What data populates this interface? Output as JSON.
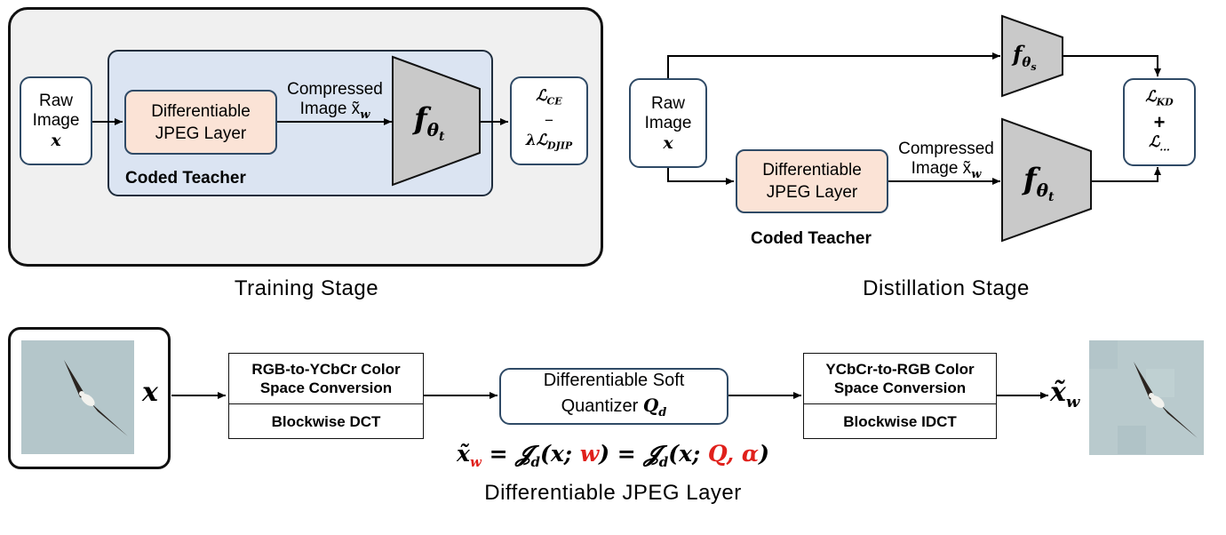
{
  "training": {
    "stage_label": "Training Stage",
    "raw_image": {
      "line1": "Raw",
      "line2": "Image",
      "var": "x"
    },
    "coded_teacher_label": "Coded Teacher",
    "jpeg_layer": {
      "line1": "Differentiable",
      "line2": "JPEG Layer"
    },
    "compressed": {
      "line1": "Compressed",
      "line2": "Image x̃",
      "sub": "w"
    },
    "teacher_net": "f",
    "teacher_sub": "θ",
    "teacher_subsub": "t",
    "loss": {
      "top": "ℒ",
      "top_sub": "CE",
      "mid": "−",
      "bottom": "λℒ",
      "bottom_sub": "DJIP"
    }
  },
  "distillation": {
    "stage_label": "Distillation Stage",
    "raw_image": {
      "line1": "Raw",
      "line2": "Image",
      "var": "x"
    },
    "coded_teacher_label": "Coded Teacher",
    "jpeg_layer": {
      "line1": "Differentiable",
      "line2": "JPEG Layer"
    },
    "compressed": {
      "line1": "Compressed",
      "line2": "Image x̃",
      "sub": "w"
    },
    "student_net": "f",
    "student_sub": "θ",
    "student_subsub": "s",
    "teacher_net": "f",
    "teacher_sub": "θ",
    "teacher_subsub": "t",
    "loss": {
      "top": "ℒ",
      "top_sub": "KD",
      "mid": "+",
      "bottom": "ℒ",
      "bottom_sub": "..."
    }
  },
  "jpeg_detail": {
    "caption": "Differentiable JPEG Layer",
    "input_var": "x",
    "output_var": "x̃",
    "output_sub": "w",
    "color_conv_in": {
      "line1": "RGB-to-YCbCr Color",
      "line2": "Space Conversion"
    },
    "dct": "Blockwise DCT",
    "quantizer": {
      "line1": "Differentiable Soft",
      "line2": "Quantizer",
      "var": "Q",
      "sub": "d"
    },
    "color_conv_out": {
      "line1": "YCbCr-to-RGB Color",
      "line2": "Space Conversion"
    },
    "idct": "Blockwise IDCT",
    "equation": {
      "lhs": "x̃",
      "lhs_sub": "w",
      "eq1": "=",
      "j1": "𝓙",
      "j1_sub": "d",
      "j1_arg": "(x; ",
      "j1_param": "w",
      "j1_close": ")",
      "eq2": "=",
      "j2": "𝓙",
      "j2_sub": "d",
      "j2_arg": "(x; ",
      "j2_param": "Q, α",
      "j2_close": ")"
    },
    "param_color": "#e0201b"
  }
}
